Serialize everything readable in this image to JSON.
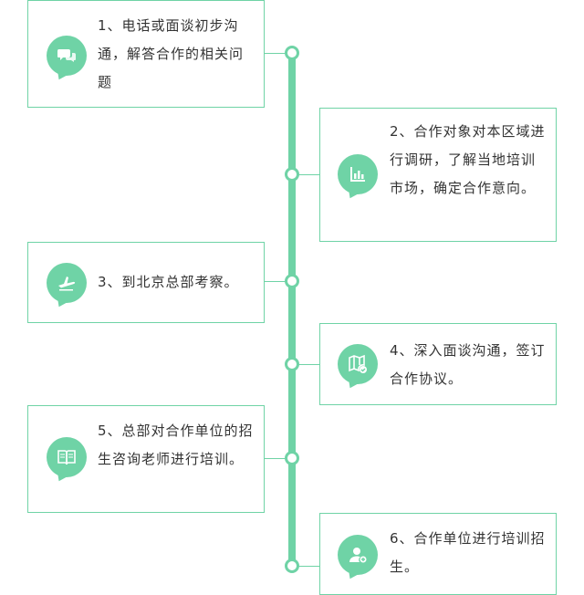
{
  "steps": [
    {
      "text": "1、电话或面谈初步沟通，解答合作的相关问题",
      "icon": "chat-bubbles-icon"
    },
    {
      "text": "2、合作对象对本区域进行调研，了解当地培训市场，确定合作意向。",
      "icon": "bar-chart-icon"
    },
    {
      "text": "3、到北京总部考察。",
      "icon": "airplane-icon"
    },
    {
      "text": "4、深入面谈沟通，签订合作协议。",
      "icon": "map-check-icon"
    },
    {
      "text": "5、总部对合作单位的招生咨询老师进行培训。",
      "icon": "book-icon"
    },
    {
      "text": "6、合作单位进行培训招生。",
      "icon": "user-add-icon"
    }
  ],
  "colors": {
    "accent": "#6fd3a6",
    "text": "#333333",
    "border": "#6fd3a6"
  }
}
